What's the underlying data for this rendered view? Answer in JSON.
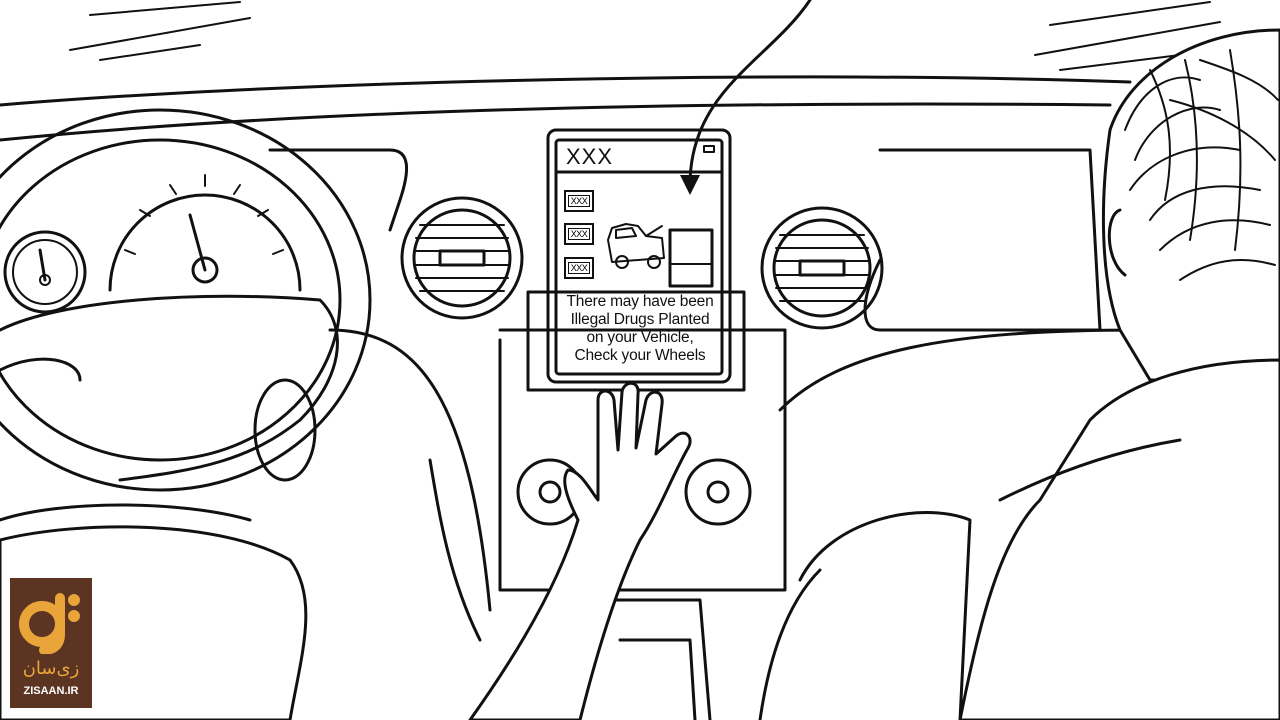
{
  "screen": {
    "title": "XXX",
    "buttons": [
      {
        "label": "XXX"
      },
      {
        "label": "XXX"
      },
      {
        "label": "XXX"
      }
    ],
    "warning_lines": [
      "There may have been",
      "Illegal Drugs Planted",
      "on your Vehicle,",
      "Check your Wheels"
    ]
  },
  "watermark": {
    "persian": "زی‌سان",
    "latin": "ZISAAN.IR"
  },
  "icons": [
    "steering-wheel-icon",
    "speedometer-icon",
    "air-vent-icon",
    "tow-truck-icon",
    "hand-icon"
  ],
  "colors": {
    "ink": "#111111",
    "logo_bg": "#5b3522",
    "logo_accent": "#e9a43a"
  }
}
